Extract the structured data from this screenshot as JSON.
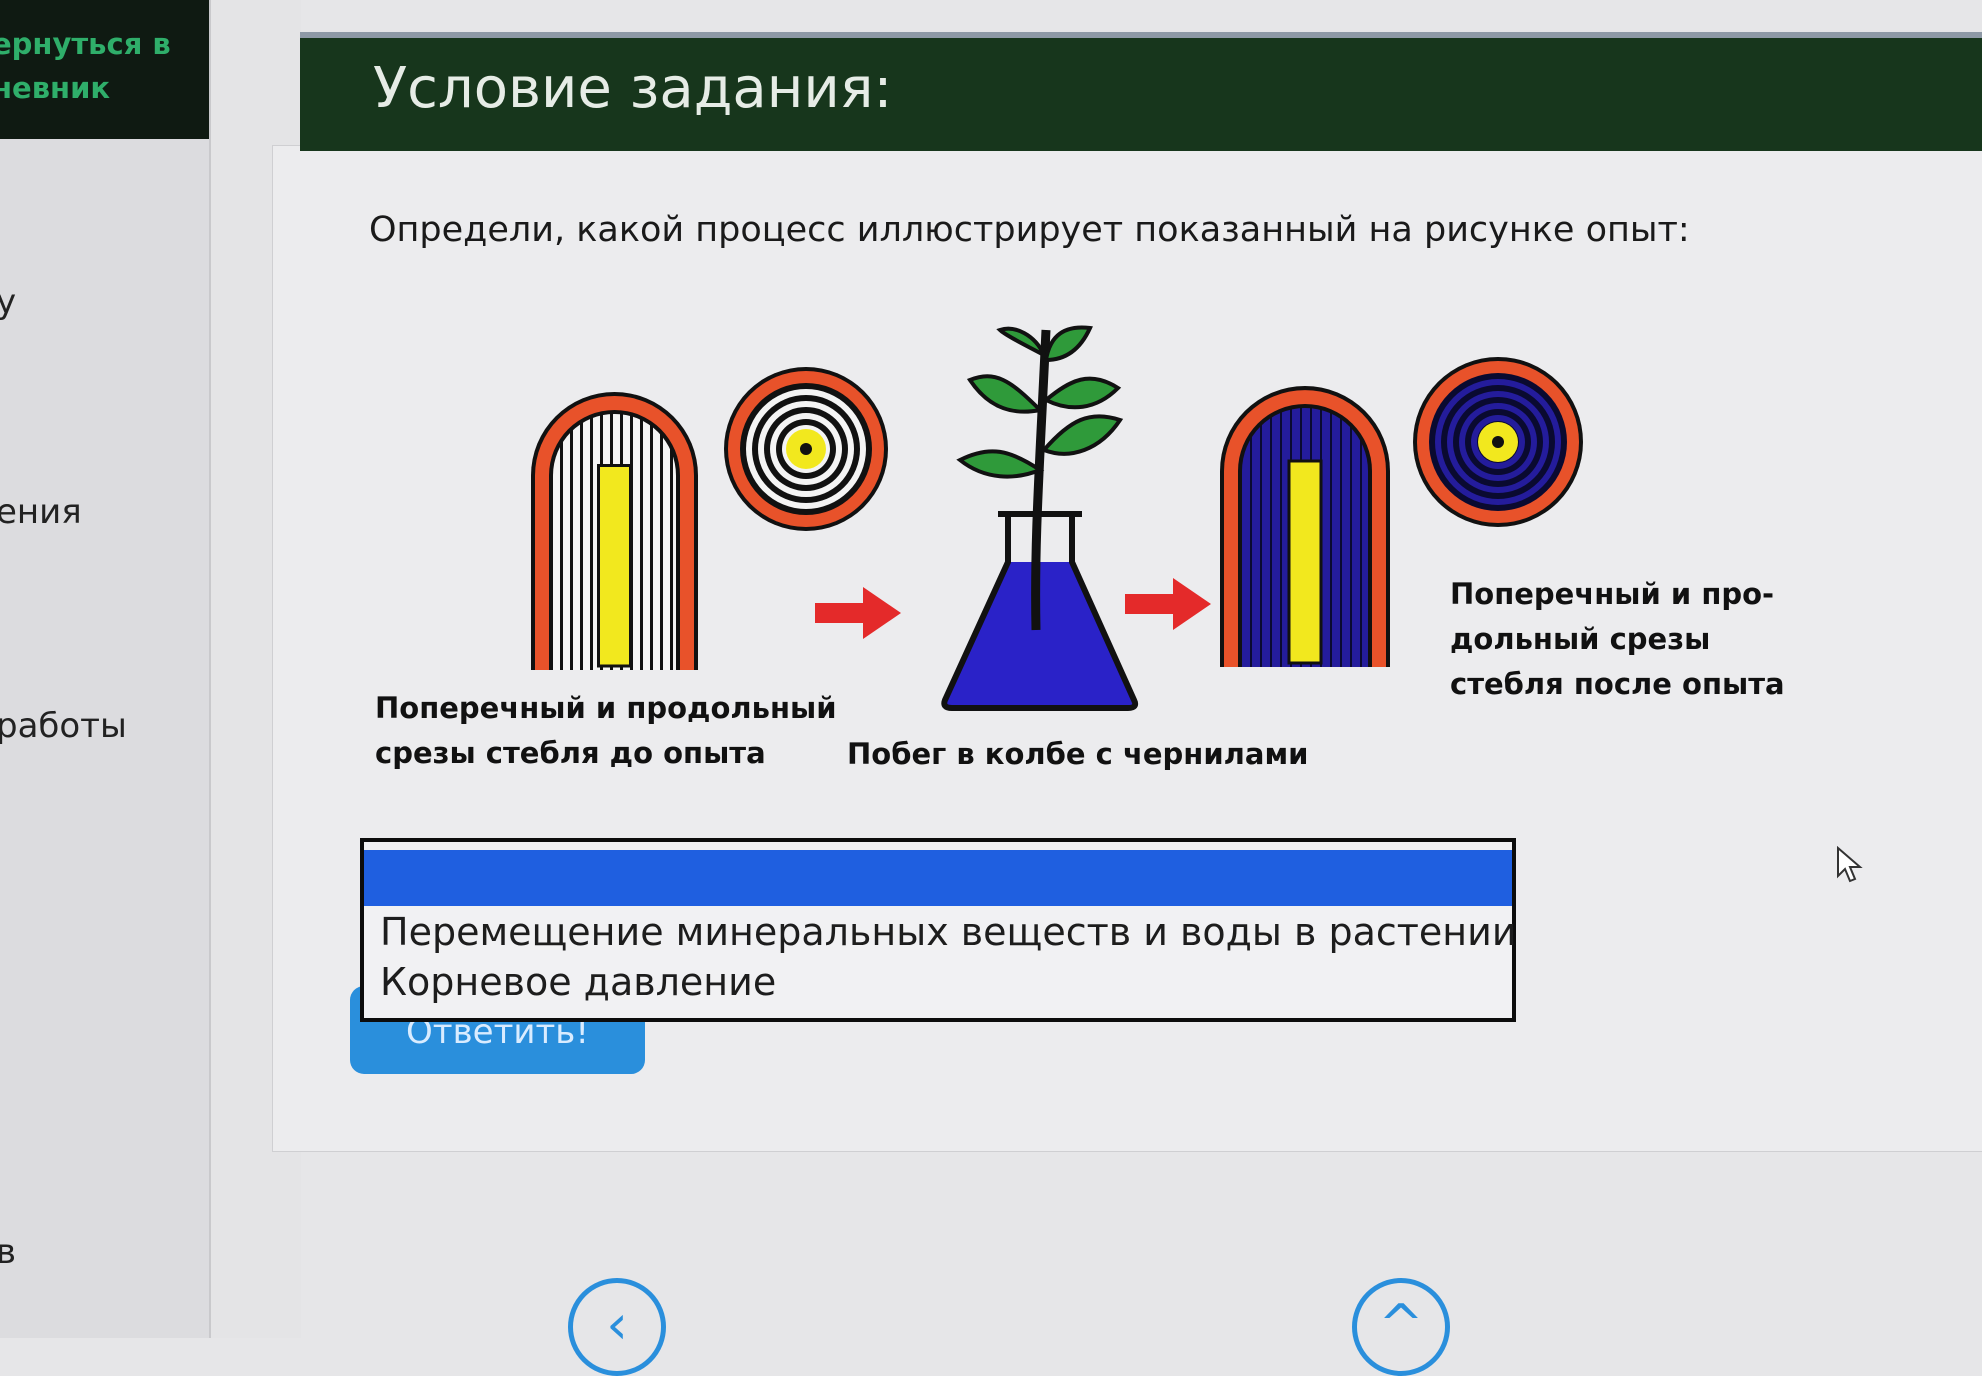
{
  "sidebar": {
    "back_link": "ернуться в\nневник",
    "items": [
      "у",
      "ения",
      "работы",
      "в"
    ]
  },
  "task": {
    "header_title": "Условие задания:",
    "question": "Определи, какой процесс иллюстрирует показанный на рисунке опыт:",
    "figure": {
      "label_before": "Поперечный и продольный\nсрезы стебля до опыта",
      "label_flask": "Побег в колбе с чернилами",
      "label_after": "Поперечный и про-\nдольный срезы\nстебля после опыта",
      "colors": {
        "bark": "#e8522a",
        "core": "#f2e81e",
        "ink": "#2a22c8",
        "leaf": "#2f9a3a",
        "arrow": "#e42a2a"
      }
    },
    "dropdown": {
      "selected": "",
      "options": [
        "Перемещение минеральных веществ и воды в растении",
        "Корневое давление"
      ],
      "highlight_color": "#1f5fe0"
    },
    "answer_button": "Ответить!"
  },
  "nav": {
    "prev_icon": "chevron-left-icon",
    "up_icon": "chevron-up-icon"
  }
}
